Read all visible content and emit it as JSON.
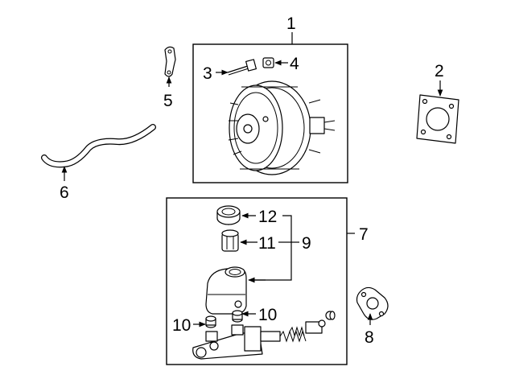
{
  "callouts": {
    "c1": "1",
    "c2": "2",
    "c3": "3",
    "c4": "4",
    "c5": "5",
    "c6": "6",
    "c7": "7",
    "c8": "8",
    "c9": "9",
    "c10a": "10",
    "c10b": "10",
    "c11": "11",
    "c12": "12"
  },
  "parts": [
    {
      "callout": "1",
      "icon": "brake-booster-icon"
    },
    {
      "callout": "2",
      "icon": "booster-gasket-icon"
    },
    {
      "callout": "3",
      "icon": "bolt-icon"
    },
    {
      "callout": "4",
      "icon": "nut-icon"
    },
    {
      "callout": "5",
      "icon": "clip-icon"
    },
    {
      "callout": "6",
      "icon": "vacuum-hose-icon"
    },
    {
      "callout": "7",
      "icon": "master-cylinder-icon"
    },
    {
      "callout": "8",
      "icon": "cylinder-gasket-icon"
    },
    {
      "callout": "9",
      "icon": "reservoir-kit-icon"
    },
    {
      "callout": "10",
      "icon": "grommet-icon"
    },
    {
      "callout": "11",
      "icon": "filter-icon"
    },
    {
      "callout": "12",
      "icon": "reservoir-cap-icon"
    }
  ]
}
